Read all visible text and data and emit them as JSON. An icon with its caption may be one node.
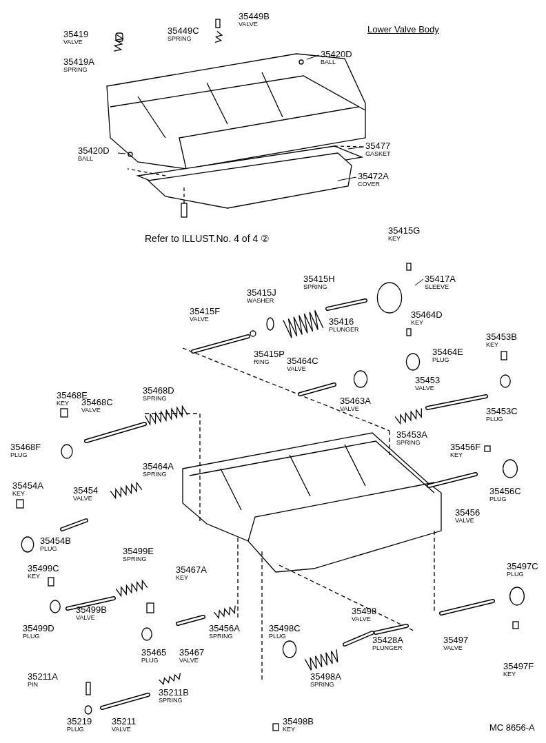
{
  "diagram": {
    "title": "Lower Valve Body",
    "nodes": [
      {
        "text": [
          "35419",
          "VALVE"
        ]
      },
      {
        "text": [
          "35449C",
          "SPRING"
        ]
      },
      {
        "text": [
          "35449B",
          "VALVE"
        ]
      },
      {
        "text": [
          "35419A",
          "SPRING"
        ]
      },
      {
        "text": [
          "35420D",
          "BALL"
        ]
      },
      {
        "text": [
          "35420D",
          "BALL"
        ]
      },
      {
        "text": [
          "35477",
          "GASKET"
        ]
      },
      {
        "text": [
          "35472A",
          "COVER"
        ]
      },
      {
        "text": [
          "35415G",
          "KEY"
        ]
      },
      {
        "text": [
          "35415J",
          "WASHER"
        ]
      },
      {
        "text": [
          "35415H",
          "SPRING"
        ]
      },
      {
        "text": [
          "35417A",
          "SLEEVE"
        ]
      },
      {
        "text": [
          "35415F",
          "VALVE"
        ]
      },
      {
        "text": [
          "35416",
          "PLUNGER"
        ]
      },
      {
        "text": [
          "35464D",
          "KEY"
        ]
      },
      {
        "text": [
          "35415P",
          "RING"
        ]
      },
      {
        "text": [
          "35464C",
          "VALVE"
        ]
      },
      {
        "text": [
          "35464E",
          "PLUG"
        ]
      },
      {
        "text": [
          "35453B",
          "KEY"
        ]
      },
      {
        "text": [
          "35468E",
          "KEY"
        ]
      },
      {
        "text": [
          "35468D",
          "SPRING"
        ]
      },
      {
        "text": [
          "35468C",
          "VALVE"
        ]
      },
      {
        "text": [
          "35463A",
          "VALVE"
        ]
      },
      {
        "text": [
          "35453",
          "VALVE"
        ]
      },
      {
        "text": [
          "35453C",
          "PLUG"
        ]
      },
      {
        "text": [
          "35468F",
          "PLUG"
        ]
      },
      {
        "text": [
          "35453A",
          "SPRING"
        ]
      },
      {
        "text": [
          "35456F",
          "KEY"
        ]
      },
      {
        "text": [
          "35464A",
          "SPRING"
        ]
      },
      {
        "text": [
          "35454A",
          "KEY"
        ]
      },
      {
        "text": [
          "35454",
          "VALVE"
        ]
      },
      {
        "text": [
          "35456C",
          "PLUG"
        ]
      },
      {
        "text": [
          "35456",
          "VALVE"
        ]
      },
      {
        "text": [
          "35454B",
          "PLUG"
        ]
      },
      {
        "text": [
          "35499E",
          "SPRING"
        ]
      },
      {
        "text": [
          "35499C",
          "KEY"
        ]
      },
      {
        "text": [
          "35497C",
          "PLUG"
        ]
      },
      {
        "text": [
          "35467A",
          "KEY"
        ]
      },
      {
        "text": [
          "35499B",
          "VALVE"
        ]
      },
      {
        "text": [
          "35498",
          "VALVE"
        ]
      },
      {
        "text": [
          "35456A",
          "SPRING"
        ]
      },
      {
        "text": [
          "35498C",
          "PLUG"
        ]
      },
      {
        "text": [
          "35499D",
          "PLUG"
        ]
      },
      {
        "text": [
          "35428A",
          "PLUNGER"
        ]
      },
      {
        "text": [
          "35497",
          "VALVE"
        ]
      },
      {
        "text": [
          "35465",
          "PLUG"
        ]
      },
      {
        "text": [
          "35467",
          "VALVE"
        ]
      },
      {
        "text": [
          "35498A",
          "SPRING"
        ]
      },
      {
        "text": [
          "35497F",
          "KEY"
        ]
      },
      {
        "text": [
          "35211A",
          "PIN"
        ]
      },
      {
        "text": [
          "35211B",
          "SPRING"
        ]
      },
      {
        "text": [
          "35219",
          "PLUG"
        ]
      },
      {
        "text": [
          "35211",
          "VALVE"
        ]
      },
      {
        "text": [
          "35498B",
          "KEY"
        ]
      }
    ],
    "edges": [
      {
        "from": 4,
        "to": null,
        "arrow": "none"
      },
      {
        "from": 5,
        "to": null,
        "arrow": "none"
      },
      {
        "from": 6,
        "to": null,
        "arrow": "none"
      },
      {
        "from": 7,
        "to": null,
        "arrow": "none"
      },
      {
        "from": 11,
        "to": null,
        "arrow": "none"
      }
    ],
    "labels": [
      "Refer to ILLUST.No. 4 of 4 ②",
      "MC 8656-A"
    ]
  }
}
